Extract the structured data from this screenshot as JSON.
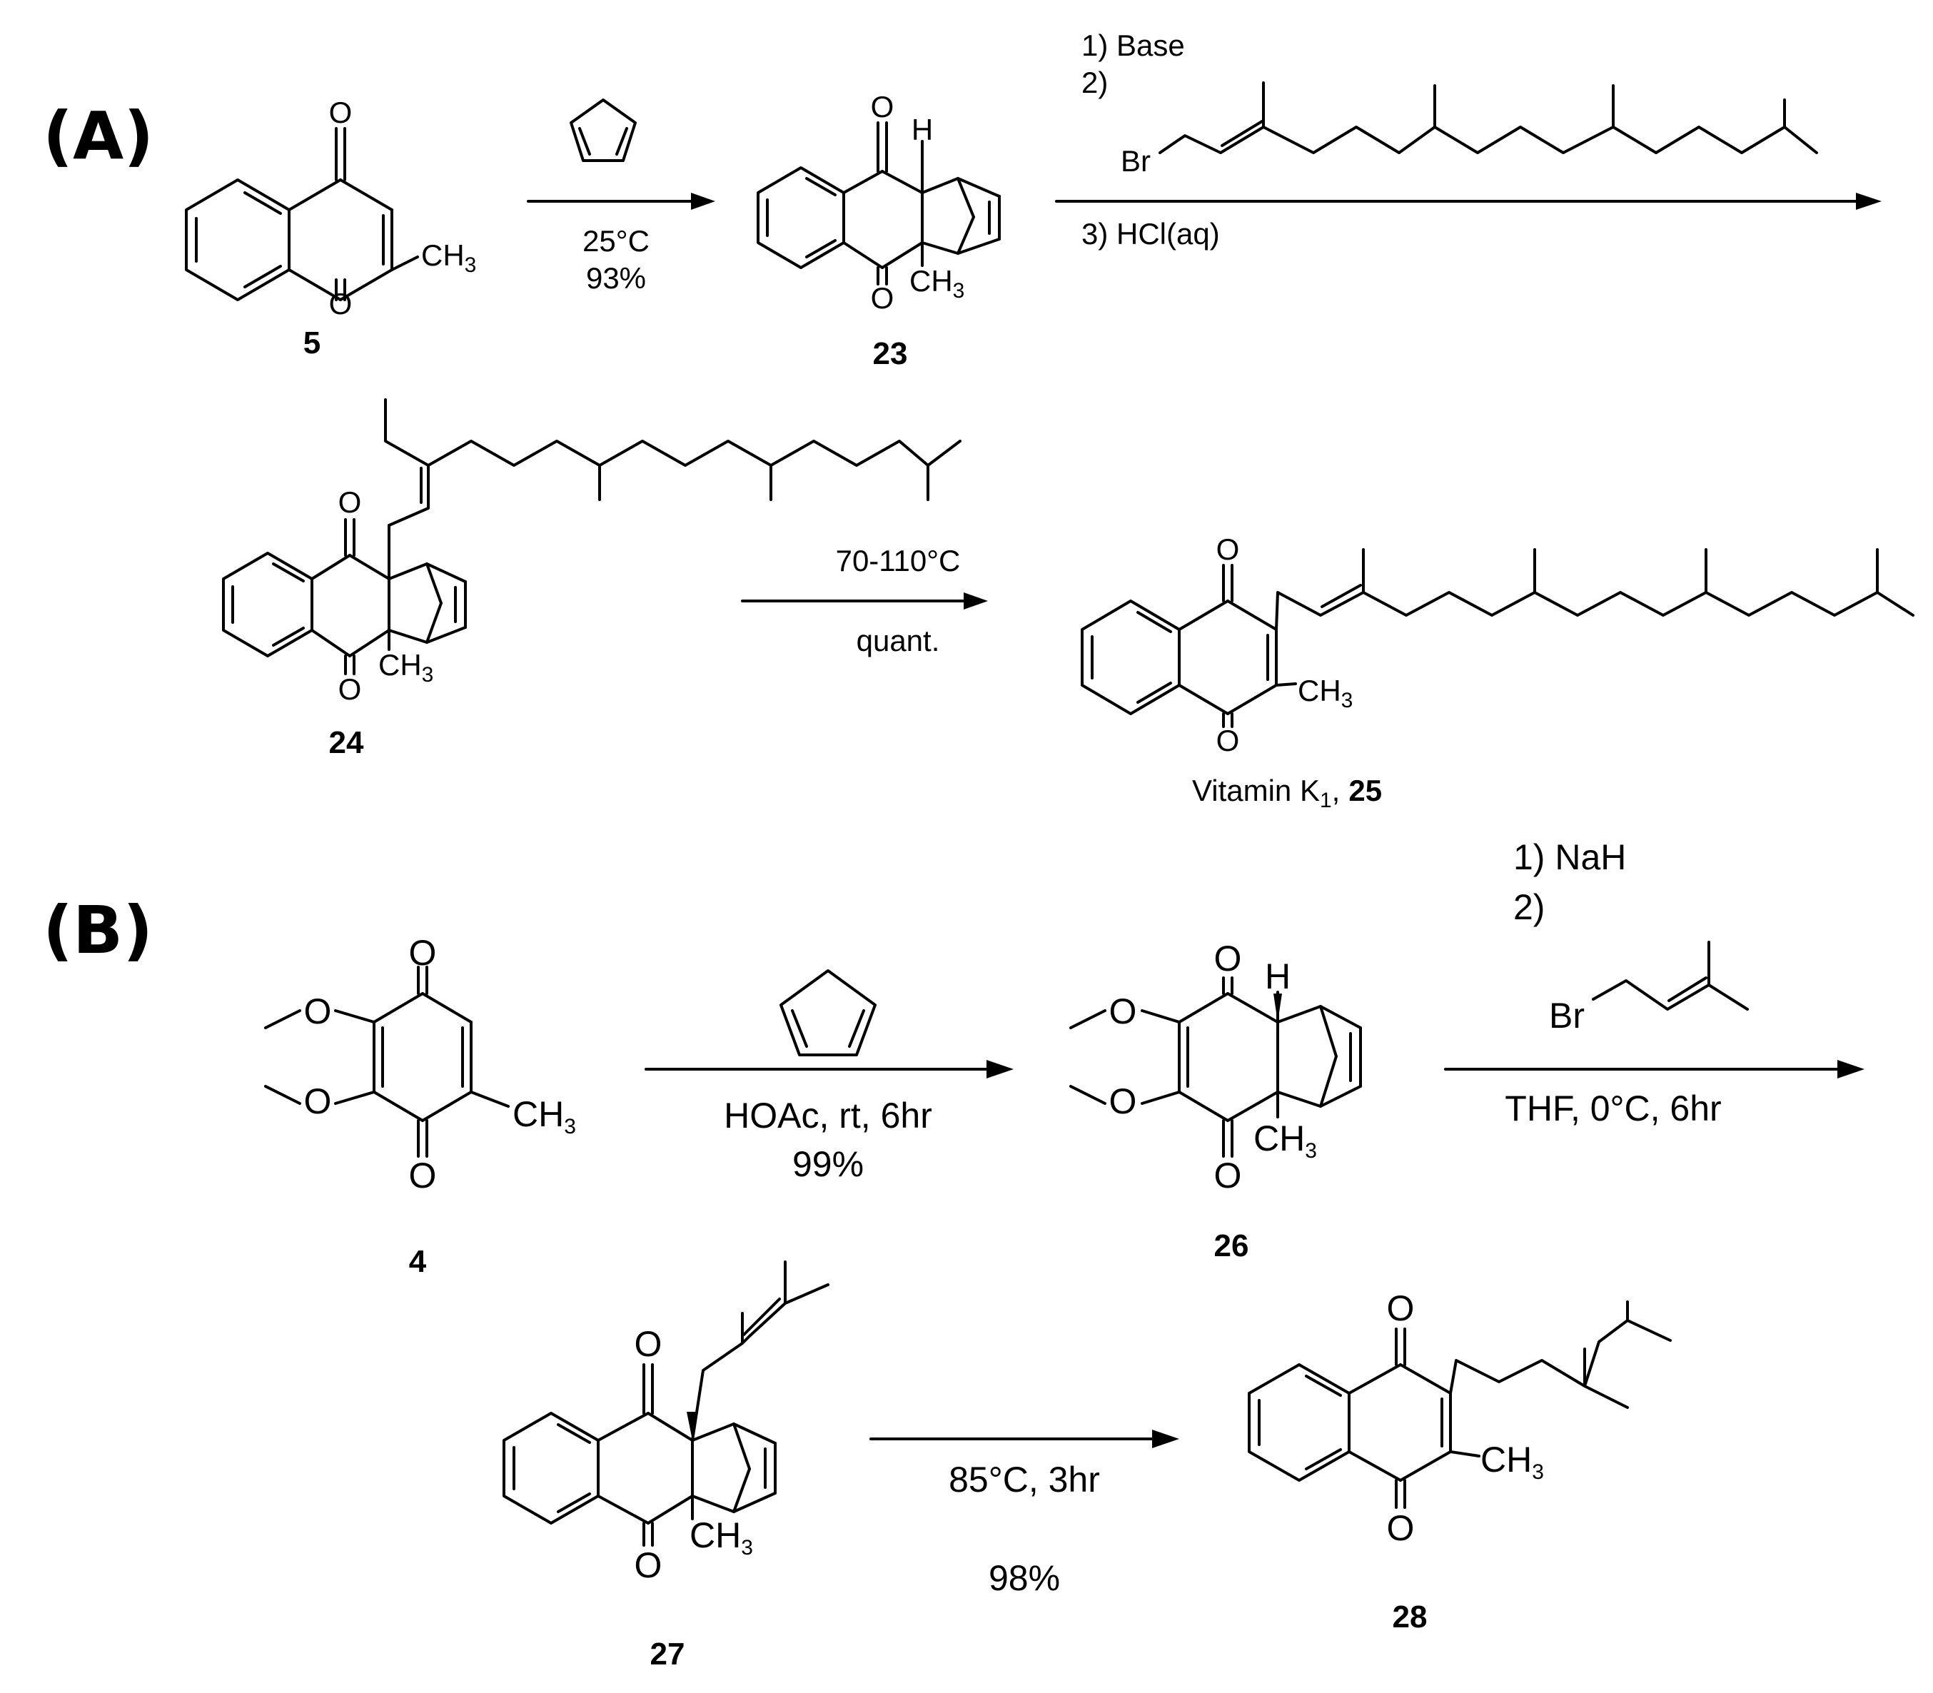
{
  "panels": {
    "A": "(A)",
    "B": "(B)"
  },
  "atoms": {
    "O": "O",
    "H": "H",
    "C": "C",
    "Br": "Br",
    "CH": "CH",
    "three": "3"
  },
  "compounds": {
    "c5": "5",
    "c23": "23",
    "c24": "24",
    "c25": "25",
    "vitk_prefix": "Vitamin K",
    "vitk_sub": "1",
    "vitk_comma": ",",
    "c4": "4",
    "c26": "26",
    "c27": "27",
    "c28": "28"
  },
  "reactions": {
    "a1": {
      "temp": "25°C",
      "yield": "93%"
    },
    "a2": {
      "step1": "1) Base",
      "step2": "2)",
      "step3": "3) HCl(aq)"
    },
    "a3": {
      "temp": "70-110°C",
      "yield": "quant."
    },
    "b1": {
      "cond": "HOAc, rt, 6hr",
      "yield": "99%"
    },
    "b2": {
      "step1": "1) NaH",
      "step2": "2)",
      "cond": "THF,  0°C, 6hr"
    },
    "b3": {
      "cond": "85°C, 3hr",
      "yield": "98%"
    }
  }
}
